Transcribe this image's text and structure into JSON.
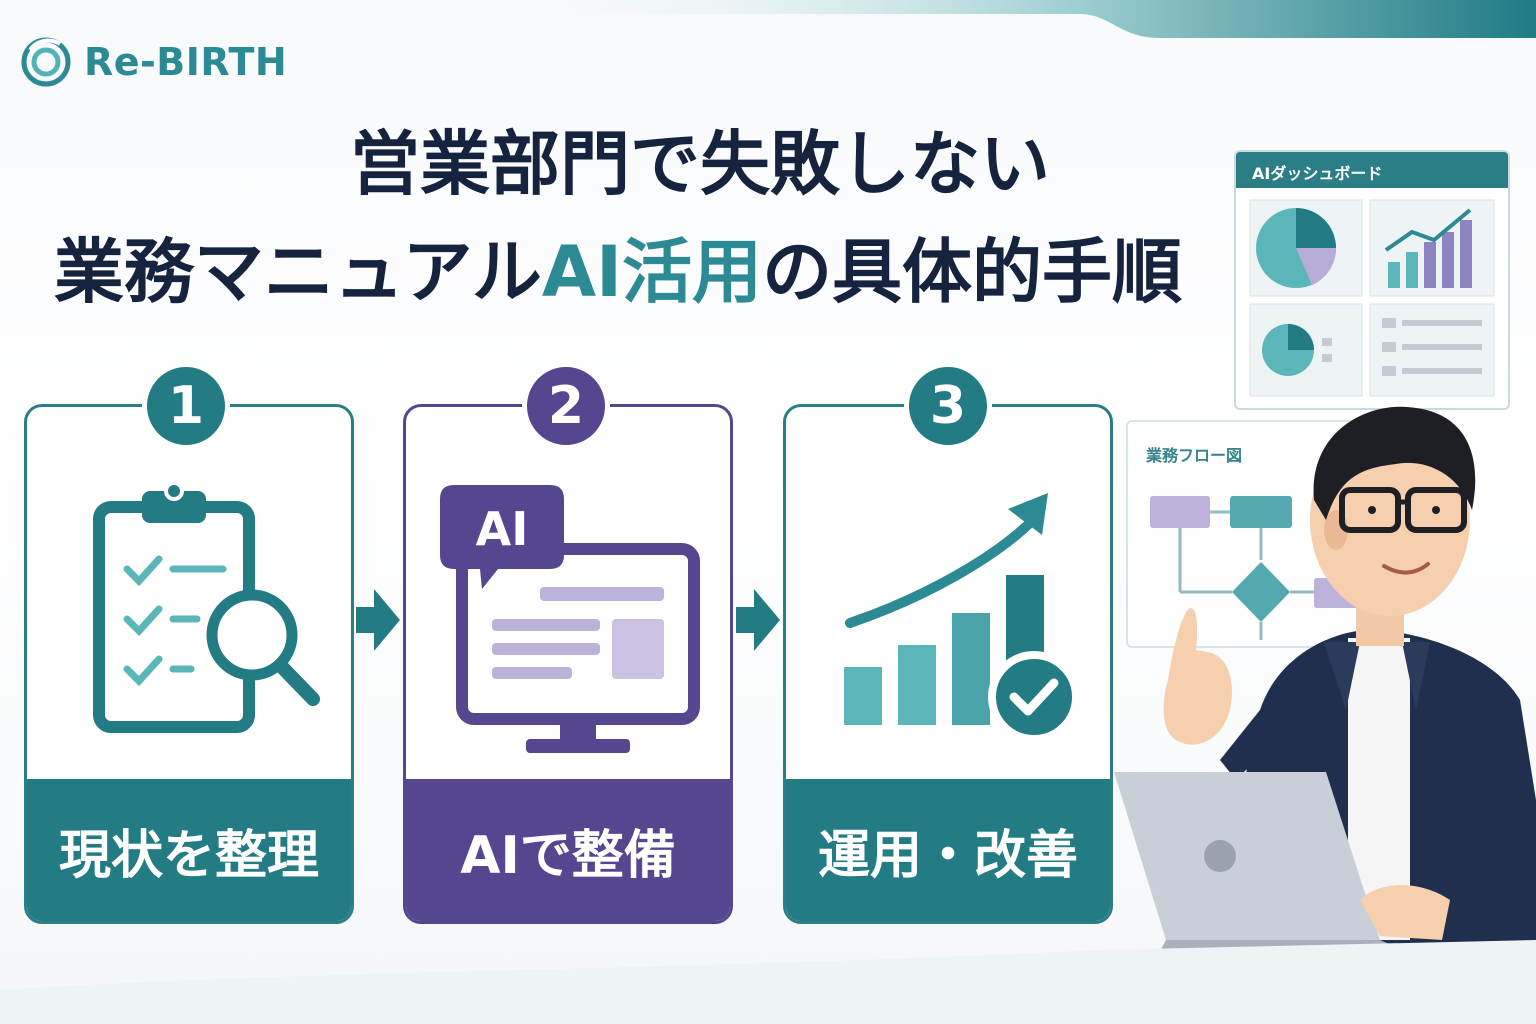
{
  "brand": {
    "name": "Re-BIRTH"
  },
  "headline": {
    "line1": "営業部門で失敗しない",
    "line2_pre": "業務マニュアル",
    "line2_highlight": "AI活用",
    "line2_post": "の具体的手順"
  },
  "steps": [
    {
      "number": "1",
      "label": "現状を整理",
      "color": "#237b84"
    },
    {
      "number": "2",
      "label": "AIで整備",
      "color": "#56458f"
    },
    {
      "number": "3",
      "label": "運用・改善",
      "color": "#237b84"
    }
  ],
  "step2_icon_badge": "AI",
  "dashboard": {
    "title": "AIダッシュボード"
  },
  "flow": {
    "title": "業務フロー図"
  },
  "colors": {
    "teal": "#2b8a93",
    "purple": "#56458f",
    "navy": "#15233f"
  }
}
